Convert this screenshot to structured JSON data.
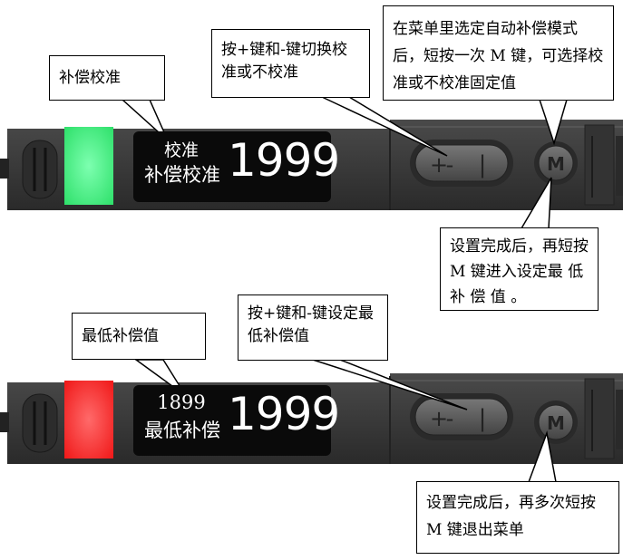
{
  "device_top": {
    "indicator_color": "#33ee7a",
    "lcd_line1": "校准",
    "lcd_line2": "补偿校准",
    "lcd_value": "1999",
    "minus_label": "-",
    "plus_label": "+",
    "m_button_label": "M"
  },
  "device_bottom": {
    "indicator_color": "#ff2b2b",
    "lcd_line1": "1899",
    "lcd_line2": "最低补偿",
    "lcd_value": "1999",
    "minus_label": "-",
    "plus_label": "+",
    "m_button_label": "M"
  },
  "callouts": {
    "top_left": "补偿校准",
    "top_middle": "按+键和-键切换校准或不校准",
    "top_right": "在菜单里选定自动补偿模式后，短按一次 M 键，可选择校准或不校准固定值",
    "mid_right": "设置完成后，再短按 M 键进入设定最 低 补 偿 值 。",
    "bottom_left": "最低补偿值",
    "bottom_middle": "按+键和-键设定最低补偿值",
    "bottom_right": "设置完成后，再多次短按 M 键退出菜单"
  }
}
